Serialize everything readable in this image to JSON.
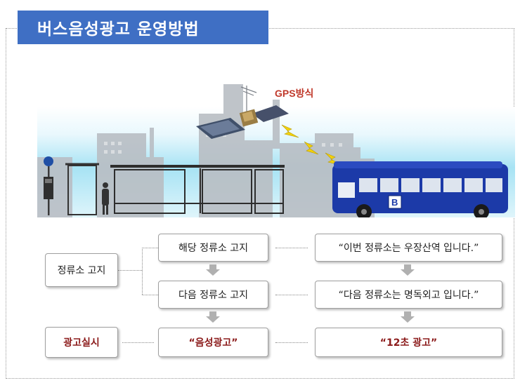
{
  "header": {
    "title": "버스음성광고 운영방법"
  },
  "illustration": {
    "gps_label": "GPS방식",
    "bus_logo": "B"
  },
  "flow": {
    "left": {
      "stop_notice": "정류소 고지",
      "ad_run": "광고실시"
    },
    "middle": {
      "current_stop": "해당 정류소 고지",
      "next_stop": "다음 정류소 고지",
      "voice_ad": "“음성광고”"
    },
    "right": {
      "current_msg": "“이번 정류소는 우장산역 입니다.”",
      "next_msg": "“다음 정류소는 명독외고 입니다.”",
      "duration": "“12초 광고”"
    }
  },
  "colors": {
    "title_bg": "#3f6fc4",
    "bus_blue": "#1c3aa8",
    "ad_text": "#8b1a1a",
    "gps_text": "#c0392b",
    "arrow_gray": "#b0b0b0"
  }
}
